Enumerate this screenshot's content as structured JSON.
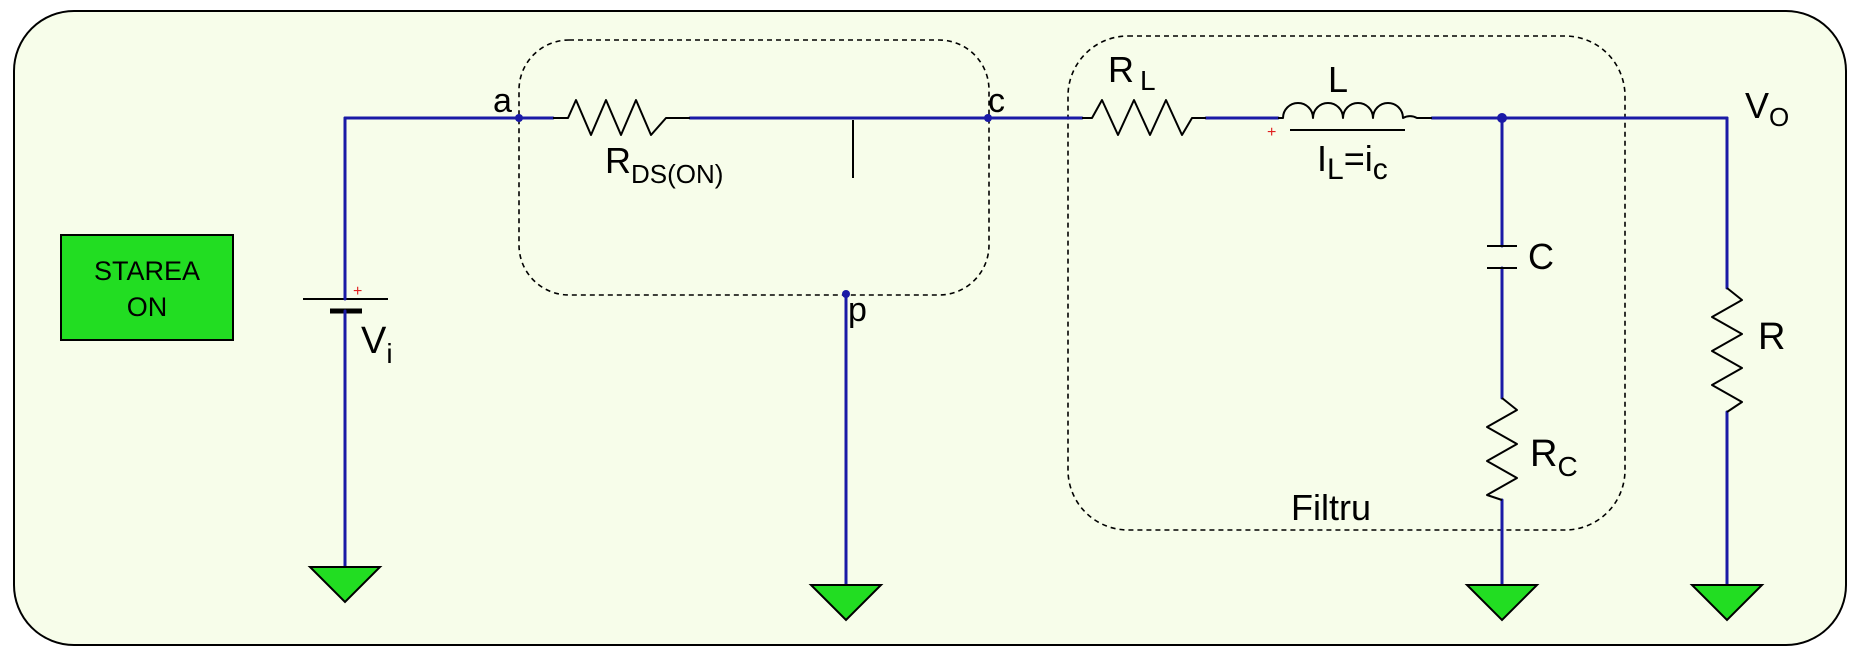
{
  "colors": {
    "background": "#f7fdea",
    "frame": "#000000",
    "wire": "#1a1aa6",
    "ground": "#22dd22",
    "state_box": "#22dd22",
    "polarity": "#e02020"
  },
  "state_box": {
    "line1": "STAREA",
    "line2": "ON"
  },
  "nodes": {
    "a": "a",
    "c": "c",
    "p": "p"
  },
  "source": {
    "symbol": "V",
    "subscript": "i",
    "polarity": "+"
  },
  "switch": {
    "symbol": "R",
    "subscript": "DS(ON)"
  },
  "filter": {
    "title": "Filtru",
    "rl": {
      "symbol": "R",
      "subscript": "L"
    },
    "inductor": {
      "symbol": "L",
      "polarity": "+"
    },
    "current": {
      "part1": "I",
      "sub1": "L",
      "equals": "=i",
      "sub2": "c"
    },
    "capacitor": {
      "symbol": "C"
    },
    "rc": {
      "symbol": "R",
      "subscript": "C"
    }
  },
  "load": {
    "symbol": "R"
  },
  "output": {
    "symbol": "V",
    "subscript": "O"
  }
}
